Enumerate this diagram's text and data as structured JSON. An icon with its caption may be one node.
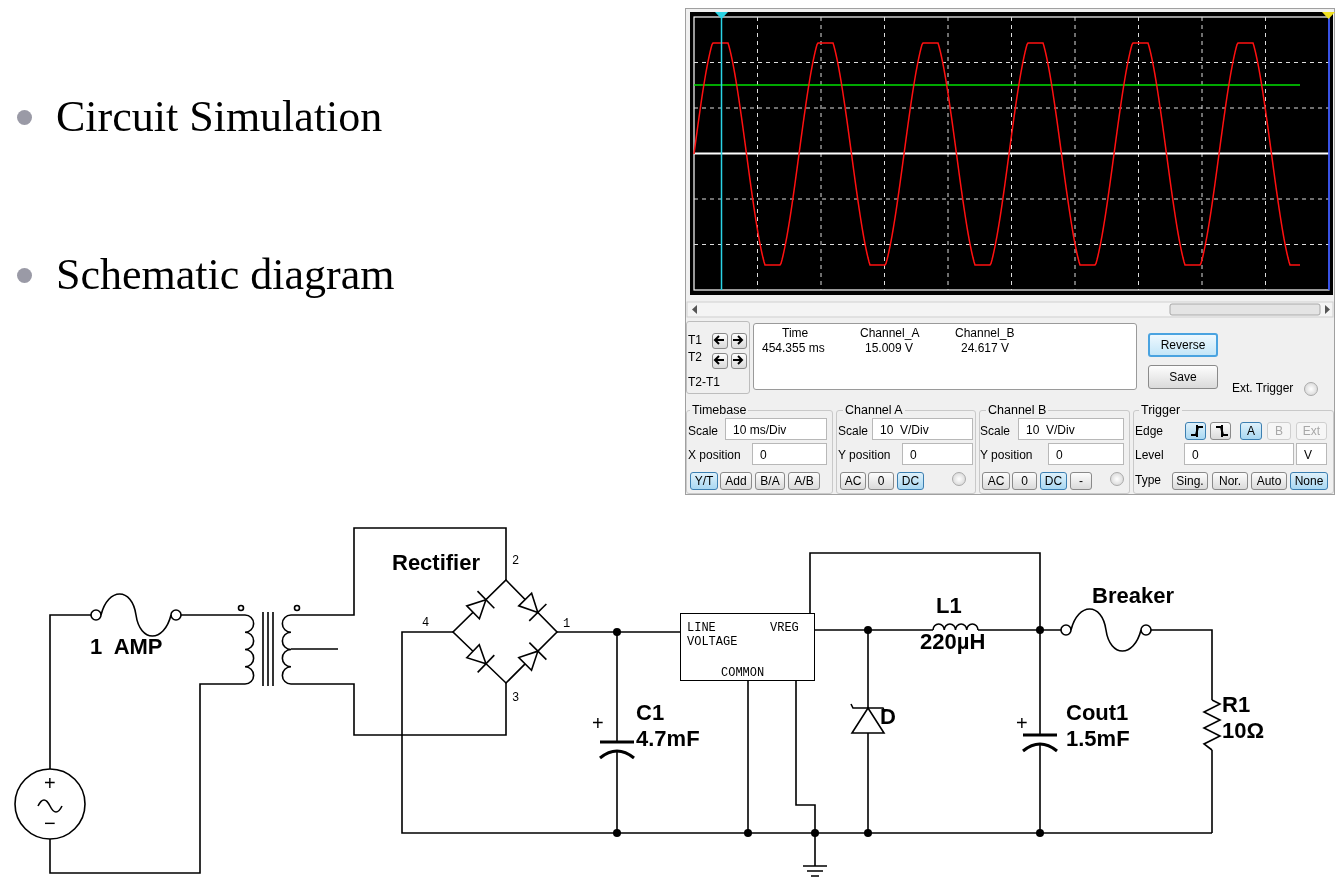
{
  "diagram": {
    "nodes": [
      {
        "text": [
          "LINE VOLTAGE",
          "VREG",
          "COMMON"
        ]
      }
    ],
    "labels": [
      "Circuit Simulation",
      "Schematic diagram",
      "T1",
      "T2",
      "T2-T1",
      "Time",
      "454.355 ms",
      "Channel_A",
      "15.009 V",
      "Channel_B",
      "24.617 V",
      "Reverse",
      "Save",
      "Ext. Trigger",
      "Timebase",
      "Scale",
      "10 ms/Div",
      "X position",
      "0",
      "Y/T",
      "Add",
      "B/A",
      "A/B",
      "Channel A",
      "Scale",
      "10  V/Div",
      "Y position",
      "0",
      "AC",
      "0",
      "DC",
      "Channel B",
      "Scale",
      "10  V/Div",
      "Y position",
      "0",
      "AC",
      "0",
      "DC",
      "-",
      "Trigger",
      "Edge",
      "A",
      "B",
      "Ext",
      "Level",
      "0",
      "V",
      "Type",
      "Sing.",
      "Nor.",
      "Auto",
      "None",
      "1  AMP",
      "Rectifier",
      "2",
      "4",
      "1",
      "3",
      "+",
      "−",
      "+",
      "C1",
      "4.7mF",
      "D",
      "L1",
      "220µH",
      "Breaker",
      "+",
      "Cout1",
      "1.5mF",
      "R1",
      "10Ω"
    ]
  }
}
